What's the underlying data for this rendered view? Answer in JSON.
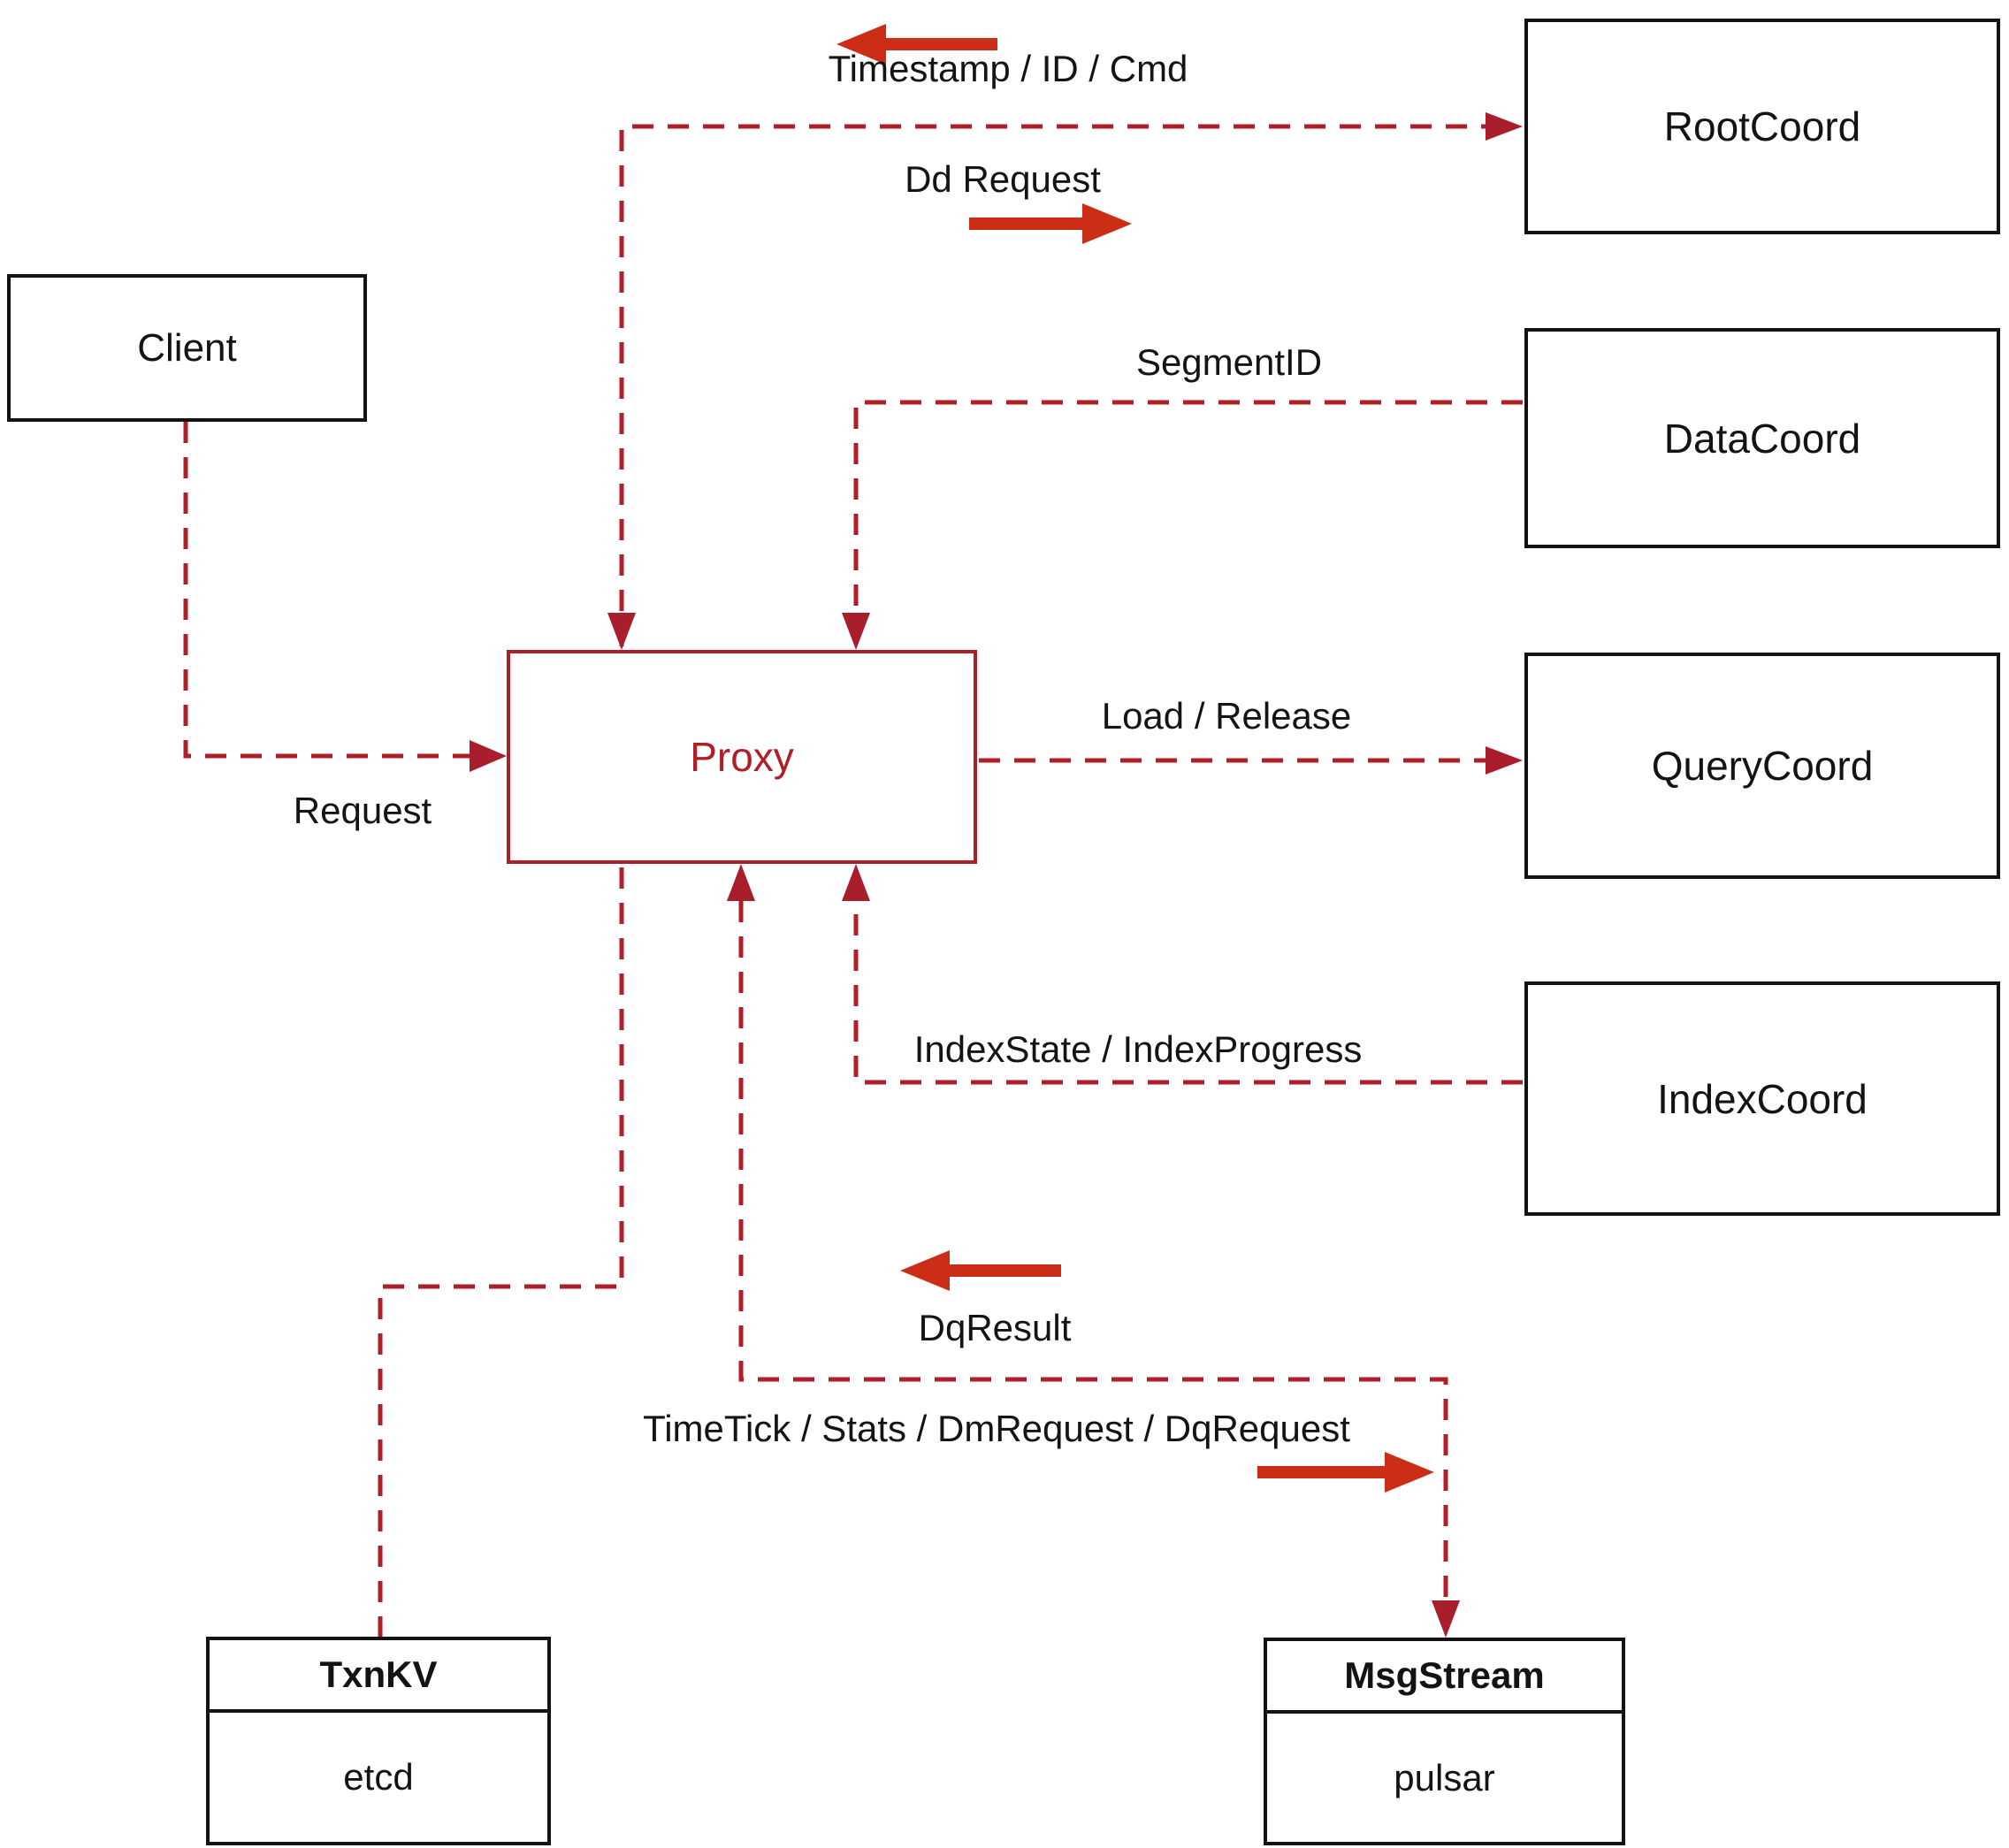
{
  "nodes": {
    "client": {
      "label": "Client"
    },
    "proxy": {
      "label": "Proxy"
    },
    "root_coord": {
      "label": "RootCoord"
    },
    "data_coord": {
      "label": "DataCoord"
    },
    "query_coord": {
      "label": "QueryCoord"
    },
    "index_coord": {
      "label": "IndexCoord"
    },
    "txn_kv": {
      "title": "TxnKV",
      "subtitle": "etcd"
    },
    "msg_stream": {
      "title": "MsgStream",
      "subtitle": "pulsar"
    }
  },
  "edge_labels": {
    "timestamp_id_cmd": "Timestamp / ID / Cmd",
    "dd_request": "Dd Request",
    "segment_id": "SegmentID",
    "request": "Request",
    "load_release": "Load / Release",
    "index_state": "IndexState / IndexProgress",
    "dq_result": "DqResult",
    "time_tick": "TimeTick / Stats / DmRequest / DqRequest"
  },
  "colors": {
    "dashed_edge": "#b01e28",
    "arrowhead": "#a81e2c",
    "solid_arrow": "#cc2d16",
    "box_border": "#131313",
    "proxy_accent": "#b01e28"
  }
}
